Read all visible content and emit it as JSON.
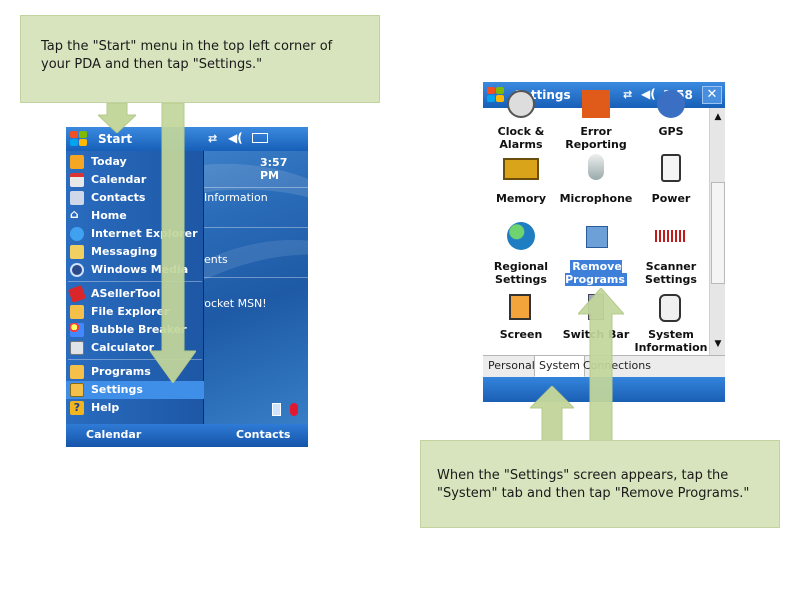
{
  "instructions": {
    "step1": "Tap the \"Start\" menu in the top left corner of your PDA and then tap \"Settings.\"",
    "step2": "When the \"Settings\" screen appears, tap the \"System\" tab and then tap \"Remove Programs.\""
  },
  "colors": {
    "callout_bg": "#d7e4bd",
    "arrow_fill": "#c3d69b",
    "title_bar": "#1f66c0",
    "selected_item": "#3f8ee8"
  },
  "start_screen": {
    "title": "Start",
    "time": "3:57 PM",
    "status_icons": [
      "connectivity-icon",
      "volume-icon",
      "battery-icon"
    ],
    "background_items": [
      "Information",
      "ents",
      "Pocket MSN!"
    ],
    "menu_items": [
      {
        "label": "Today",
        "icon": "today-icon"
      },
      {
        "label": "Calendar",
        "icon": "calendar-icon"
      },
      {
        "label": "Contacts",
        "icon": "contacts-icon"
      },
      {
        "label": "Home",
        "icon": "home-icon"
      },
      {
        "label": "Internet Explorer",
        "icon": "internet-explorer-icon"
      },
      {
        "label": "Messaging",
        "icon": "messaging-icon"
      },
      {
        "label": "Windows Media",
        "icon": "windows-media-icon"
      },
      {
        "label": "ASellerTool",
        "icon": "asellertool-icon"
      },
      {
        "label": "File Explorer",
        "icon": "file-explorer-icon"
      },
      {
        "label": "Bubble Breaker",
        "icon": "bubble-breaker-icon"
      },
      {
        "label": "Calculator",
        "icon": "calculator-icon"
      },
      {
        "label": "Programs",
        "icon": "programs-folder-icon"
      },
      {
        "label": "Settings",
        "icon": "settings-icon",
        "selected": true
      },
      {
        "label": "Help",
        "icon": "help-icon"
      }
    ],
    "softkeys": {
      "left": "Calendar",
      "right": "Contacts"
    }
  },
  "settings_screen": {
    "title": "Settings",
    "time": "3:58",
    "close_label": "✕",
    "items": [
      {
        "label": "Clock &\nAlarms",
        "icon": "clock-icon"
      },
      {
        "label": "Error\nReporting",
        "icon": "error-reporting-icon"
      },
      {
        "label": "GPS",
        "icon": "gps-icon"
      },
      {
        "label": "Memory",
        "icon": "memory-icon"
      },
      {
        "label": "Microphone",
        "icon": "microphone-icon"
      },
      {
        "label": "Power",
        "icon": "power-icon"
      },
      {
        "label": "Regional\nSettings",
        "icon": "globe-icon"
      },
      {
        "label": "Remove\nPrograms",
        "icon": "remove-programs-icon",
        "highlighted": true
      },
      {
        "label": "Scanner\nSettings",
        "icon": "scanner-icon"
      },
      {
        "label": "Screen",
        "icon": "screen-icon"
      },
      {
        "label": "Switch Bar",
        "icon": "switch-bar-icon"
      },
      {
        "label": "System\nInformation",
        "icon": "system-information-icon"
      }
    ],
    "tabs": [
      {
        "label": "Personal"
      },
      {
        "label": "System",
        "active": true
      },
      {
        "label": "Connections"
      }
    ]
  }
}
